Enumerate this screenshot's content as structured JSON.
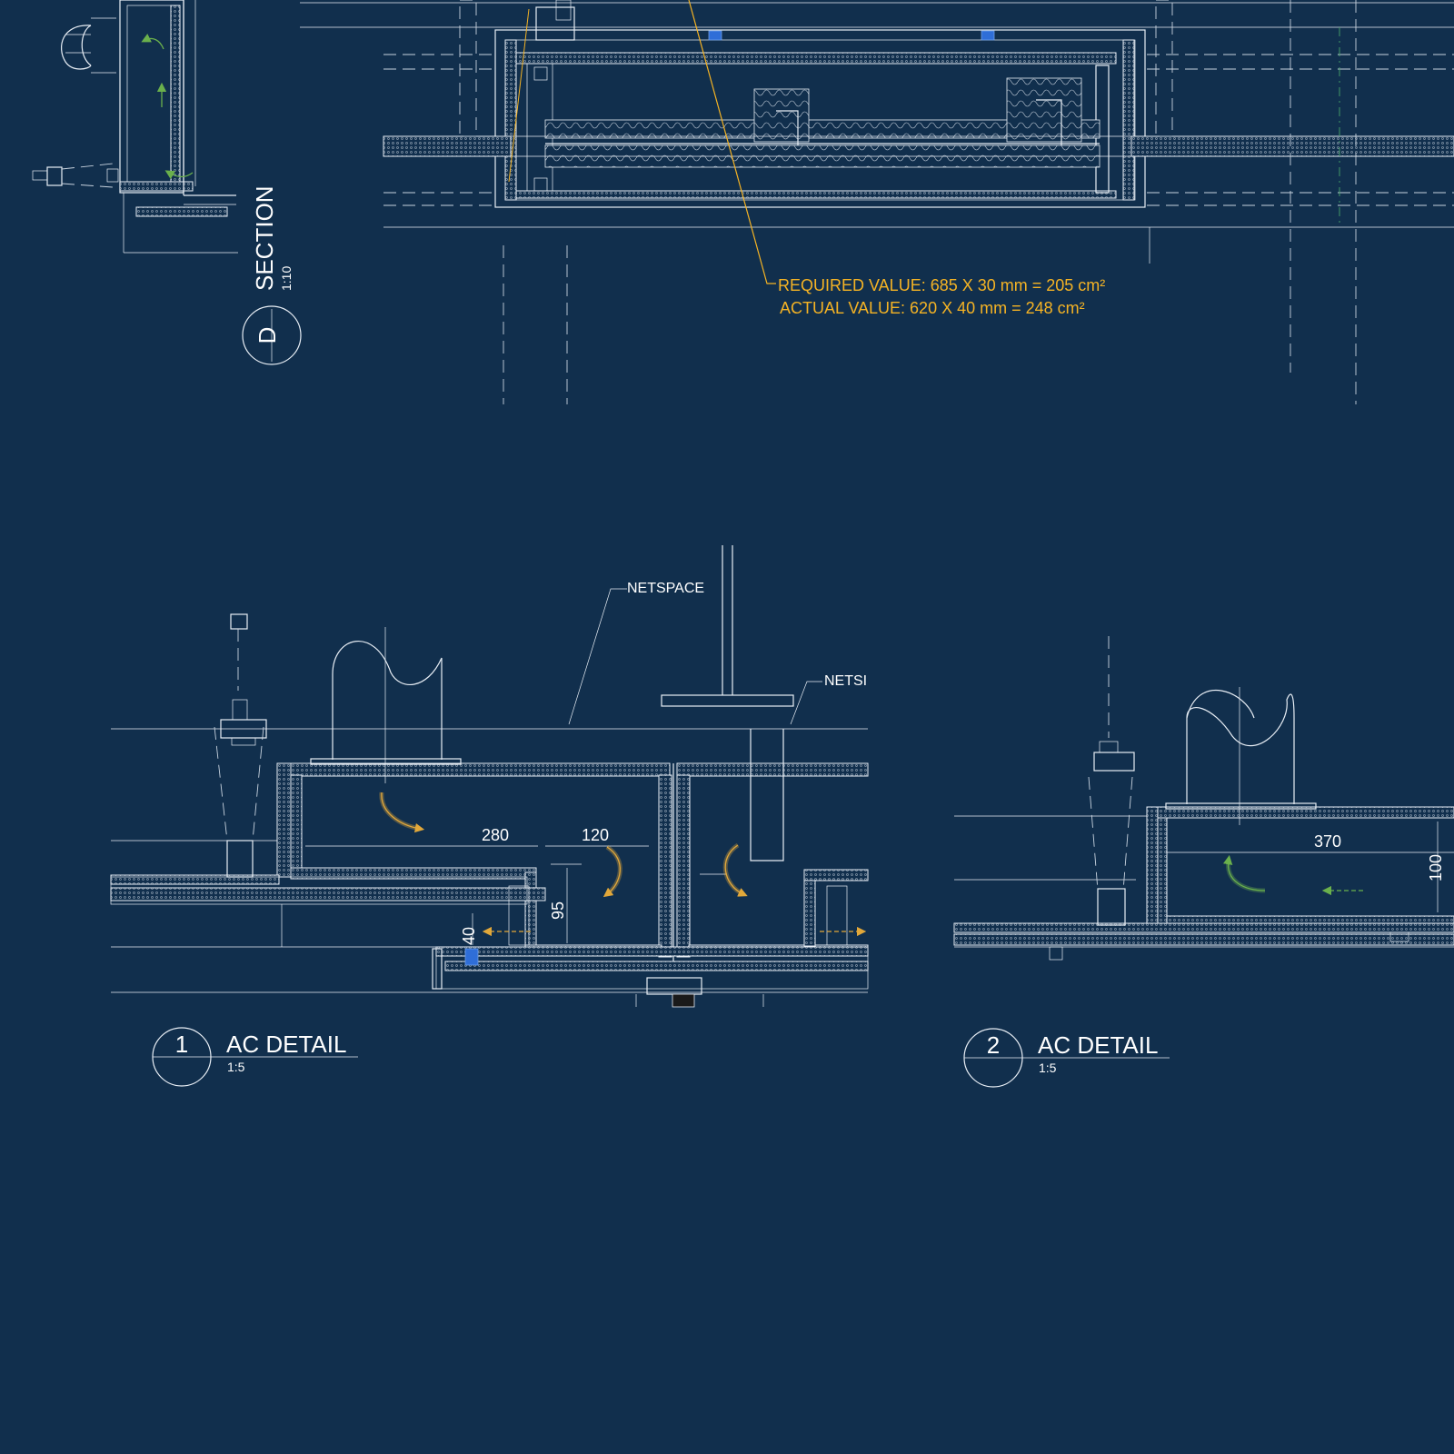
{
  "colors": {
    "background": "#112f4d",
    "linework": "#e8eef5",
    "annotation": "#f5b324",
    "airflow_supply": "#e2a83a",
    "airflow_return": "#6ab04c",
    "accent_blue": "#2f6ed8"
  },
  "section_d": {
    "marker": "D",
    "title": "SECTION",
    "scale": "1:10"
  },
  "annotation": {
    "required": "REQUIRED VALUE: 685 X 30 mm = 205 cm²",
    "actual": "ACTUAL VALUE: 620 X 40 mm = 248 cm²"
  },
  "detail_1": {
    "number": "1",
    "title": "AC DETAIL",
    "scale": "1:5",
    "label_netspace": "NETSPACE",
    "label_netspace_cut": "NETSI",
    "dims": {
      "d280": "280",
      "d120": "120",
      "d95": "95",
      "d40": "40"
    }
  },
  "detail_2": {
    "number": "2",
    "title": "AC DETAIL",
    "scale": "1:5",
    "dims": {
      "d370": "370",
      "d100": "100"
    }
  }
}
